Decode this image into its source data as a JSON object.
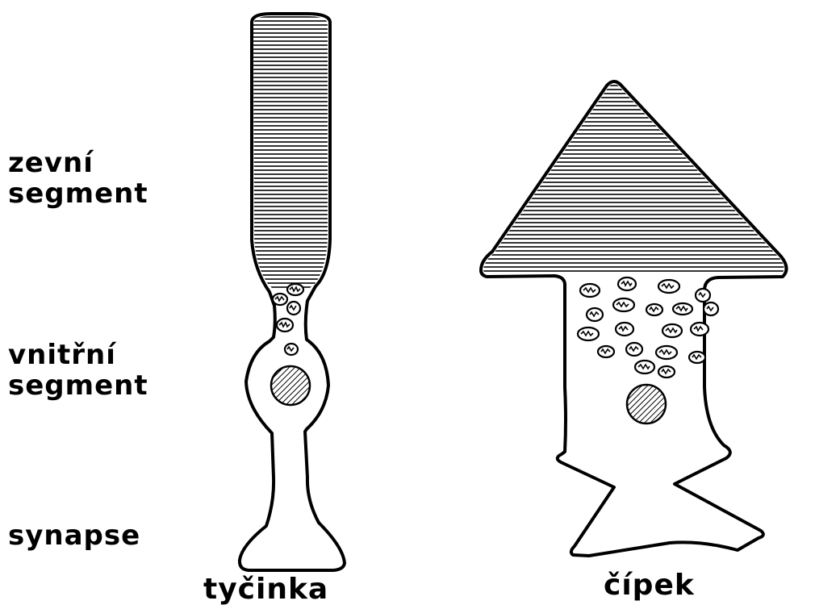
{
  "labels": {
    "outer_segment": [
      "zevní",
      "segment"
    ],
    "inner_segment": [
      "vnitřní",
      "segment"
    ],
    "synapse": "synapse"
  },
  "captions": {
    "rod": "tyčinka",
    "cone": "čípek"
  },
  "colors": {
    "ink": "#000000",
    "background": "#ffffff"
  }
}
